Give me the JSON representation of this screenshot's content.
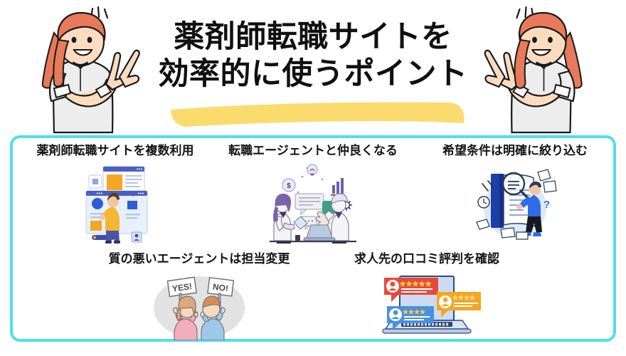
{
  "header": {
    "title_line1": "薬剤師転職サイトを",
    "title_line2": "効率的に使うポイント",
    "title_text": "薬剤師転職サイトを\n効率的に使うポイント",
    "underline_color": "#FADC6E"
  },
  "characters": {
    "left": {
      "name": "woman-pointing-up-left",
      "hair_color": "#E8795A",
      "shirt_color": "#EDEDED",
      "skin_color": "#FBDCC0"
    },
    "right": {
      "name": "woman-pointing-up-right",
      "hair_color": "#E8795A",
      "shirt_color": "#EDEDED",
      "skin_color": "#FBDCC0"
    }
  },
  "panel": {
    "border_color": "#4FE0E8",
    "points": [
      {
        "id": 1,
        "label": "薬剤師転職サイトを複数利用",
        "art": "person-browsing-multiple-sites"
      },
      {
        "id": 2,
        "label": "転職エージェントと仲良くなる",
        "art": "two-people-conversation"
      },
      {
        "id": 3,
        "label": "希望条件は明確に絞り込む",
        "art": "person-magnifier-documents"
      },
      {
        "id": 4,
        "label": "質の悪いエージェントは担当変更",
        "art": "two-people-yes-no-signs"
      },
      {
        "id": 5,
        "label": "求人先の口コミ評判を確認",
        "art": "laptop-review-bubbles"
      }
    ]
  },
  "art_text": {
    "yes_sign": "YES!",
    "no_sign": "NO!"
  },
  "colors": {
    "cyan": "#4FE0E8",
    "yellow": "#FADC6E",
    "title_black": "#101010",
    "blue": "#3B5BD4",
    "orange": "#F5A623",
    "purple": "#7C62A8",
    "red": "#E8483C"
  }
}
